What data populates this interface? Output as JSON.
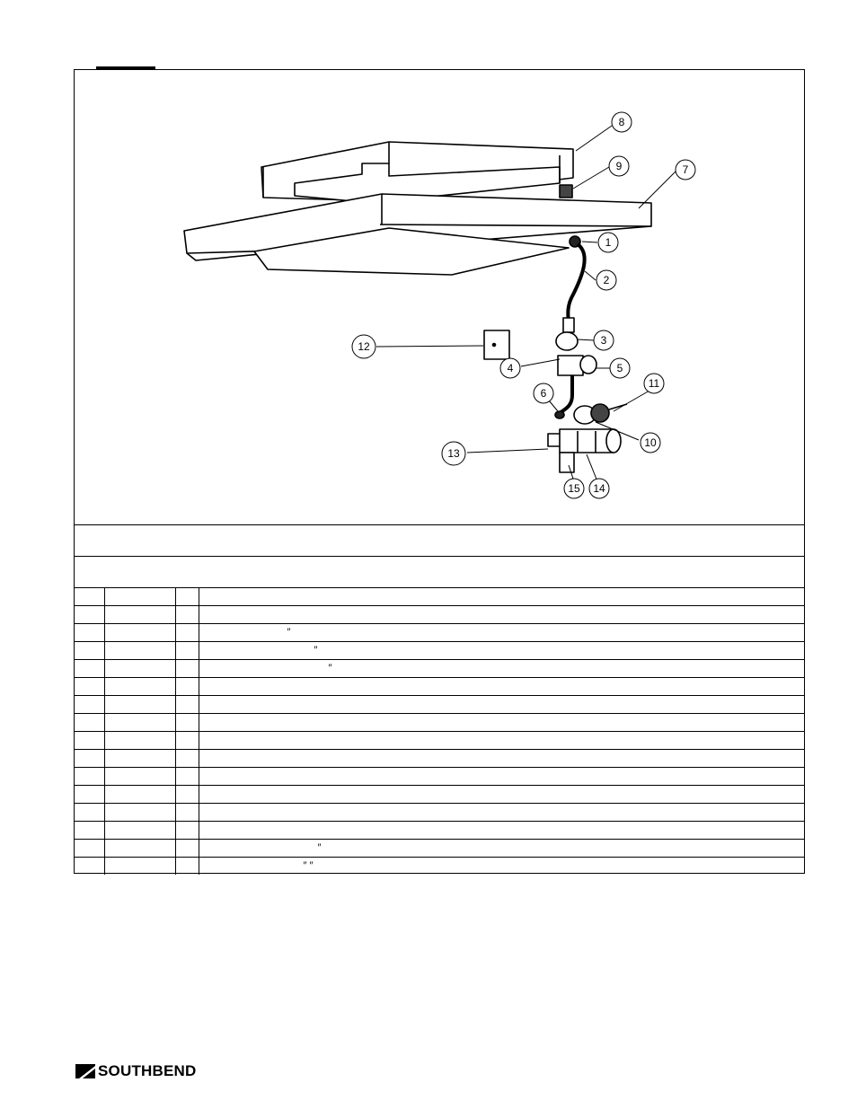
{
  "diagram": {
    "callouts": [
      "1",
      "2",
      "3",
      "4",
      "5",
      "6",
      "7",
      "8",
      "9",
      "10",
      "11",
      "12",
      "13",
      "14",
      "15"
    ]
  },
  "caption": {
    "row1": "",
    "row2": ""
  },
  "parts_table": {
    "rows": [
      {
        "item": "",
        "part_no": "",
        "qty": "",
        "description": ""
      },
      {
        "item": "",
        "part_no": "",
        "qty": "",
        "description": ""
      },
      {
        "item": "",
        "part_no": "",
        "qty": "",
        "description": "″"
      },
      {
        "item": "",
        "part_no": "",
        "qty": "",
        "description": "″"
      },
      {
        "item": "",
        "part_no": "",
        "qty": "",
        "description": "″"
      },
      {
        "item": "",
        "part_no": "",
        "qty": "",
        "description": ""
      },
      {
        "item": "",
        "part_no": "",
        "qty": "",
        "description": ""
      },
      {
        "item": "",
        "part_no": "",
        "qty": "",
        "description": ""
      },
      {
        "item": "",
        "part_no": "",
        "qty": "",
        "description": ""
      },
      {
        "item": "",
        "part_no": "",
        "qty": "",
        "description": ""
      },
      {
        "item": "",
        "part_no": "",
        "qty": "",
        "description": ""
      },
      {
        "item": "",
        "part_no": "",
        "qty": "",
        "description": ""
      },
      {
        "item": "",
        "part_no": "",
        "qty": "",
        "description": ""
      },
      {
        "item": "",
        "part_no": "",
        "qty": "",
        "description": ""
      },
      {
        "item": "",
        "part_no": "",
        "qty": "",
        "description": "″"
      },
      {
        "item": "",
        "part_no": "",
        "qty": "",
        "description": "″ ″"
      }
    ]
  },
  "footer": {
    "brand": "SOUTHBEND"
  }
}
